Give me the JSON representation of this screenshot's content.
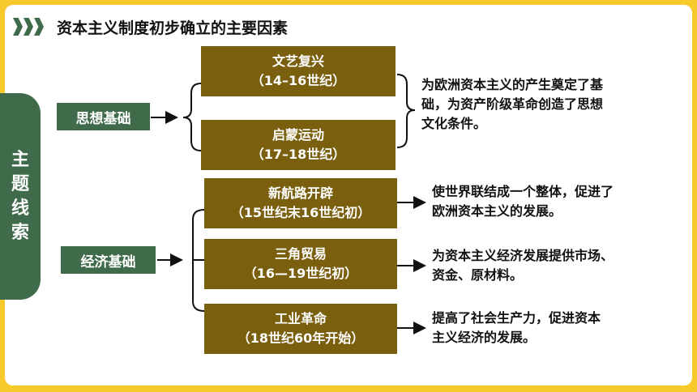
{
  "title": "资本主义制度初步确立的主要因素",
  "theme_label": "主题线索",
  "categories": {
    "thought": "思想基础",
    "economy": "经济基础"
  },
  "boxes": {
    "renaissance": {
      "name": "文艺复兴",
      "period": "（14–16世纪）"
    },
    "enlightenment": {
      "name": "启蒙运动",
      "period": "（17–18世纪）"
    },
    "new_routes": {
      "name": "新航路开辟",
      "period": "（15世纪末16世纪初）"
    },
    "triangle_trade": {
      "name": "三角贸易",
      "period": "（16—19世纪初）"
    },
    "industrial_revolution": {
      "name": "工业革命",
      "period": "（18世纪60年开始）"
    }
  },
  "descriptions": {
    "thought": [
      "为欧洲资本主义的产生奠定了基",
      "础，为资产阶级革命创造了思想",
      "文化条件。"
    ],
    "new_routes": [
      "使世界联结成一个整体，促进了",
      "欧洲资本主义的发展。"
    ],
    "triangle_trade": [
      "为资本主义经济发展提供市场、",
      "资金、原材料。"
    ],
    "industrial_revolution": [
      "提高了社会生产力，促进资本",
      "主义经济的发展。"
    ]
  },
  "colors": {
    "frame": "#f7c92a",
    "green": "#3f6b4a",
    "brown": "#7a5f0e"
  }
}
